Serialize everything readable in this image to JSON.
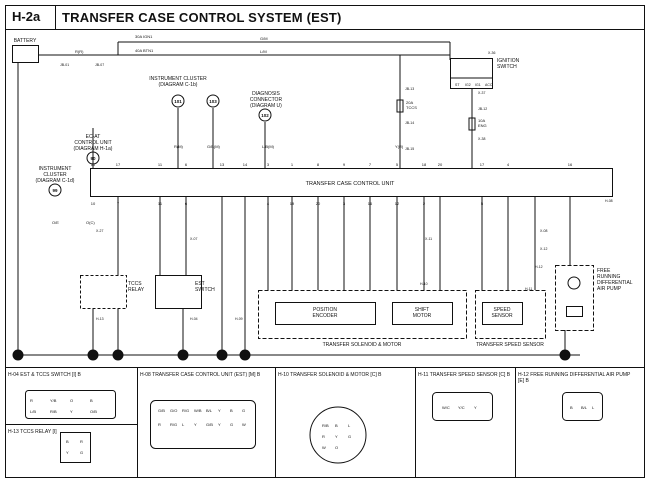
{
  "header": {
    "page_id": "H-2a",
    "title": "TRANSFER CASE CONTROL SYSTEM (EST)"
  },
  "components": {
    "battery": "BATTERY",
    "ignition_switch": [
      "IGNITION",
      "SWITCH"
    ],
    "ignition_positions": [
      "ST",
      "IG2",
      "IG1",
      "ACC"
    ],
    "instrument_cluster_1": [
      "INSTRUMENT CLUSTER",
      "(DIAGRAM C-1b)"
    ],
    "instrument_cluster_2": [
      "INSTRUMENT",
      "CLUSTER",
      "(DIAGRAM C-1d)"
    ],
    "diagnosis_connector": [
      "DIAGNOSIS",
      "CONNECTOR",
      "(DIAGRAM U)"
    ],
    "ec_at": [
      "EC-AT",
      "CONTROL UNIT",
      "(DIAGRAM H-1a)"
    ],
    "tccu": "TRANSFER CASE CONTROL UNIT",
    "tccs_relay": [
      "TCCS",
      "RELAY"
    ],
    "est_switch": [
      "EST",
      "SWITCH"
    ],
    "position_encoder": [
      "POSITION",
      "ENCODER"
    ],
    "shift_motor": [
      "SHIFT",
      "MOTOR"
    ],
    "solenoid_motor": "TRANSFER SOLENOID & MOTOR",
    "speed_sensor": [
      "SPEED",
      "SENSOR"
    ],
    "transfer_speed_sensor": "TRANSFER SPEED SENSOR",
    "pump": [
      "FREE",
      "RUNNING",
      "DIFFERENTIAL",
      "AIR PUMP"
    ]
  },
  "fuses": {
    "ign1": "30A IGN1",
    "btn1": "40A BTN1",
    "tccs": [
      "20A",
      "TCCS"
    ],
    "eng": [
      "10A",
      "ENG"
    ]
  },
  "bubbles": [
    "101",
    "103",
    "102",
    "90",
    "99"
  ],
  "wire_colors": {
    "battery_out": "R(R)",
    "top_run": "G/M",
    "mid_run": "L/M",
    "diag": "L/B(M)",
    "left_top": "R(M)",
    "gb": "G/B(M)",
    "yr": "Y(R)",
    "ec_at_wire": "O(C)",
    "cluster_wire": "O/E"
  },
  "tccu_pins": [
    "10",
    "17",
    "11",
    "6",
    "13",
    "14",
    "3",
    "1",
    "8",
    "9",
    "7",
    "5",
    "18",
    "20",
    "17",
    "4",
    "16"
  ],
  "lower_pins": [
    "10",
    "7",
    "11",
    "6",
    "4",
    "19",
    "20",
    "3",
    "16",
    "12",
    "2",
    "5"
  ],
  "harness_refs": [
    "JB-01",
    "JB-07",
    "JB-13",
    "JB-14",
    "JB-15",
    "JB-12",
    "X-36",
    "X-37",
    "X-38",
    "X-27",
    "X-07",
    "X-08",
    "X-11",
    "X-12",
    "H-08",
    "H-10",
    "H-11",
    "H-12",
    "H-13",
    "H-04",
    "H-09"
  ],
  "grounds": [
    "G",
    "13",
    "13",
    "16",
    "2",
    "2",
    "4"
  ],
  "connectors": [
    {
      "title": "H-04 EST & TCCS SWITCH [I] B",
      "pins": [
        "R",
        "Y/B",
        "O",
        "B",
        "L/B",
        "R/B",
        "Y",
        "O/B"
      ]
    },
    {
      "title": "H-08 TRANSFER CASE CONTROL UNIT (EST) [M] B",
      "pins": [
        "G/B",
        "G/O",
        "R/G",
        "W/B",
        "B/L",
        "Y",
        "B",
        "G",
        "R",
        "R/G",
        "L",
        "Y",
        "G/B",
        "Y",
        "G",
        "W"
      ]
    },
    {
      "title": "H-10 TRANSFER SOLENOID & MOTOR [C] B",
      "pins": [
        "R/B",
        "B",
        "L",
        "R",
        "Y",
        "G",
        "W",
        "O"
      ]
    },
    {
      "title": "H-11 TRANSFER SPEED SENSOR [C] B",
      "pins": [
        "W/C",
        "Y/C",
        "Y"
      ]
    },
    {
      "title": "H-12 FREE RUNNING DIFFERENTIAL AIR PUMP [E] B",
      "pins": [
        "B",
        "B/L",
        "L"
      ]
    },
    {
      "title": "H-13 TCCS RELAY [I]",
      "pins": [
        "B",
        "R",
        "Y",
        "G"
      ]
    }
  ]
}
